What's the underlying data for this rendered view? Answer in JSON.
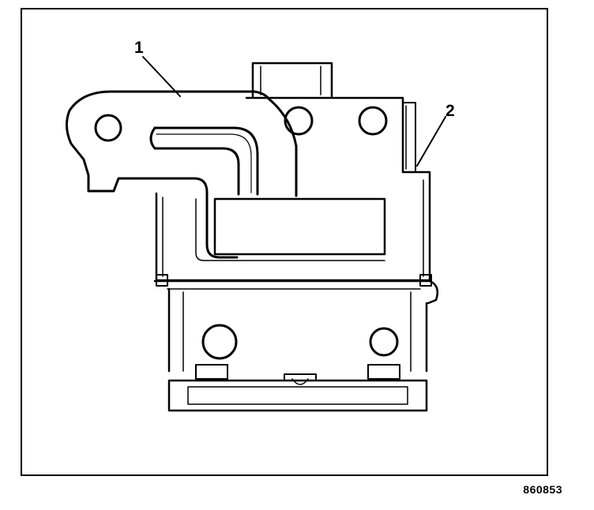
{
  "callouts": {
    "part_1": "1",
    "part_2": "2"
  },
  "figure_id": "860853",
  "colors": {
    "ink": "#000000",
    "paper": "#ffffff"
  }
}
